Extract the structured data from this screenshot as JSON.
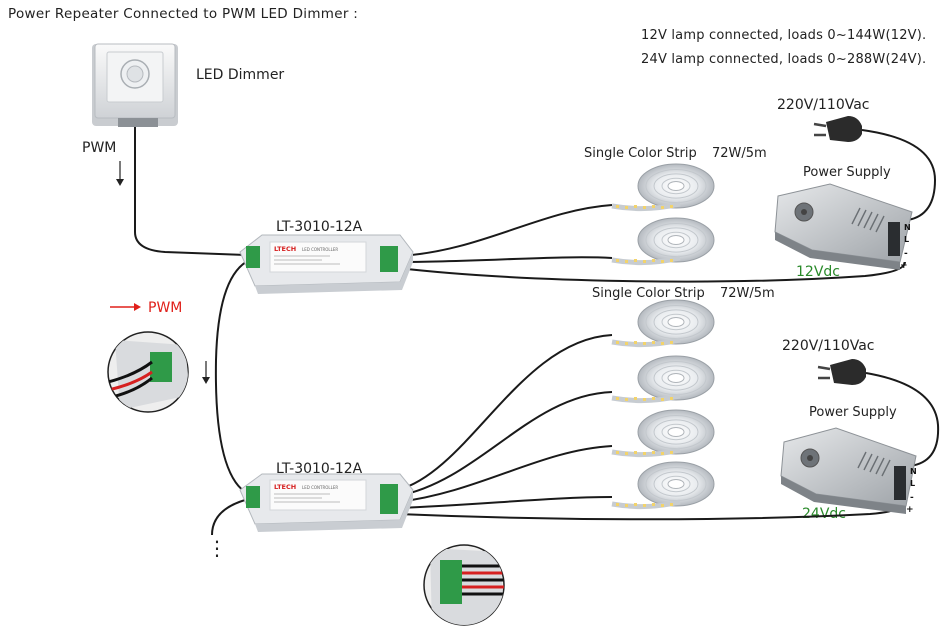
{
  "title": "Power Repeater Connected to PWM LED Dimmer :",
  "notes": [
    "12V lamp connected, loads 0~144W(12V).",
    "24V lamp connected, loads 0~288W(24V)."
  ],
  "dimmer": {
    "label": "LED Dimmer"
  },
  "pwm_labels": {
    "top": "PWM",
    "red": "PWM"
  },
  "repeaters": [
    {
      "label": "LT-3010-12A",
      "brand": "LTECH",
      "product_text": "LED CONTROLLER"
    },
    {
      "label": "LT-3010-12A",
      "brand": "LTECH",
      "product_text": "LED CONTROLLER"
    }
  ],
  "strip_groups": [
    {
      "label": "Single Color Strip",
      "power": "72W/5m",
      "count": 2
    },
    {
      "label": "Single Color Strip",
      "power": "72W/5m",
      "count": 4
    }
  ],
  "power_supplies": [
    {
      "label": "Power Supply",
      "mains": "220V/110Vac",
      "output": "12Vdc"
    },
    {
      "label": "Power Supply",
      "mains": "220V/110Vac",
      "output": "24Vdc"
    }
  ],
  "terminal_marks": {
    "n": "N",
    "l": "L",
    "minus": "-",
    "plus": "+"
  },
  "continuation": "⋮",
  "colors": {
    "pwm_red": "#e0201a",
    "voltage_green": "#2a8a2a",
    "brand_red": "#d62020"
  }
}
